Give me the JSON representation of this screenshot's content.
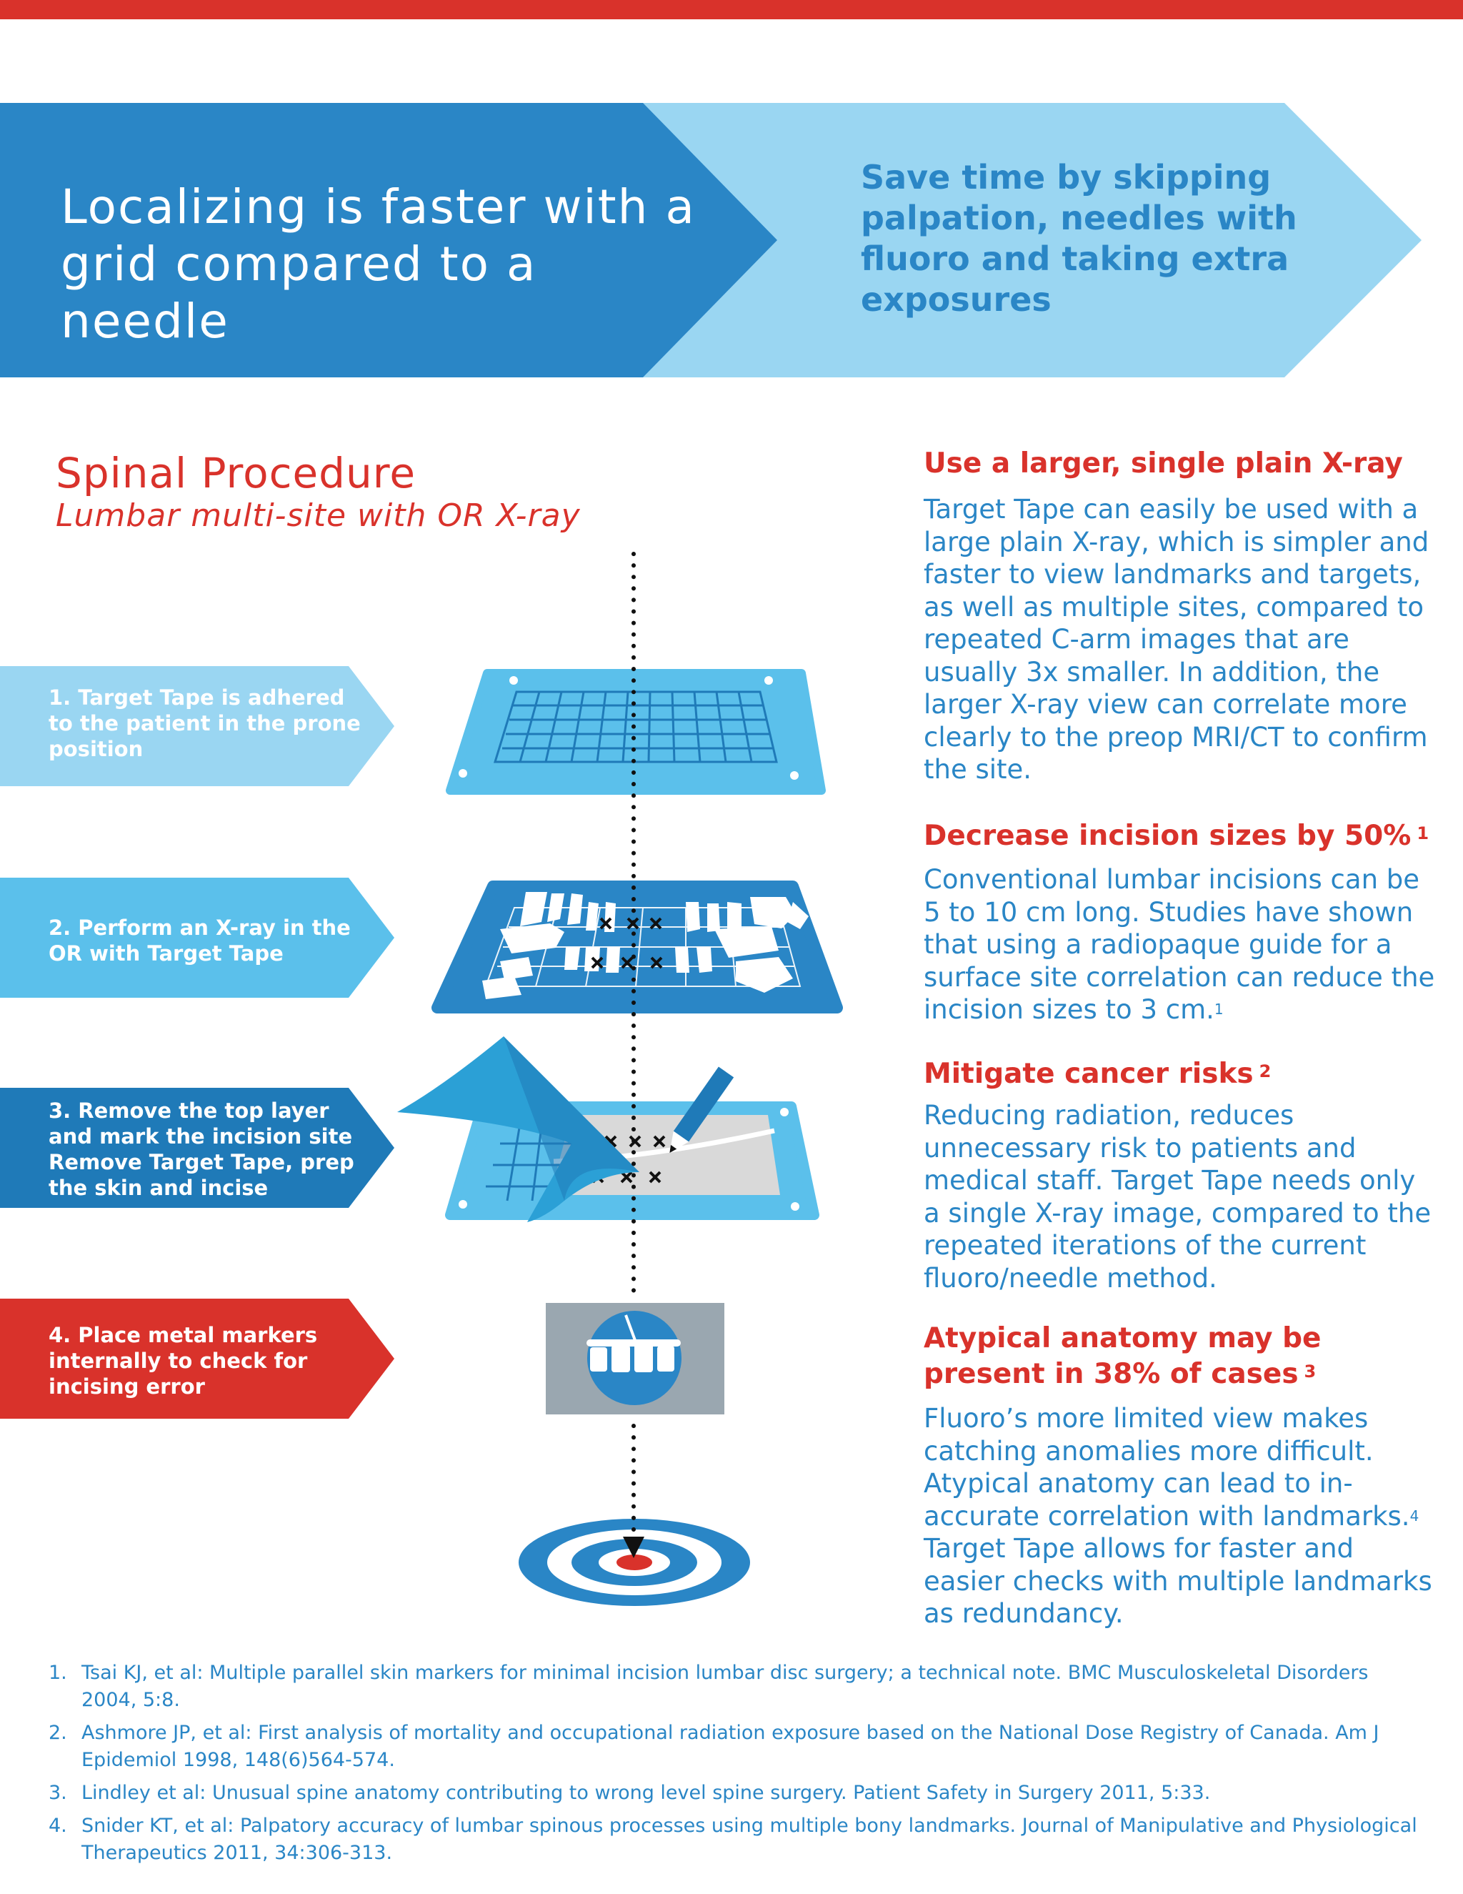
{
  "colors": {
    "red": "#d9322b",
    "blue_dark": "#2a86c6",
    "blue_light": "#9ad6f2",
    "step1": "#9ad6f2",
    "step2": "#5bc0eb",
    "step3": "#1f7ab8",
    "step4": "#d9322b"
  },
  "banner": {
    "title": "Localizing is faster with a grid compared to a needle",
    "subtitle": "Save time by skipping palpation, needles with fluoro and taking extra exposures"
  },
  "procedure": {
    "title": "Spinal Procedure",
    "subtitle": "Lumbar multi-site with OR X-ray"
  },
  "steps": [
    {
      "label": "1. Target Tape is adhered to the patient in the prone position",
      "icon": "grid-tape-icon"
    },
    {
      "label": "2. Perform an X-ray in the OR with Target Tape",
      "icon": "xray-spine-icon"
    },
    {
      "label": "3. Remove the top layer and mark the incision site Remove Target Tape, prep the skin and incise",
      "icon": "peel-and-mark-icon"
    },
    {
      "label": "4. Place metal markers internally to check for incising error",
      "icon": "vertebrae-marker-icon"
    }
  ],
  "benefits": [
    {
      "title": "Use a larger, single plain X-ray",
      "ref": "",
      "body": "Target Tape can easily be used with a large plain X-ray, which is simpler and faster to view landmarks and targets, as well as multiple sites, compared to repeated C-arm images that are usually 3x smaller. In addition, the larger X-ray view can correlate more clearly to the preop MRI/CT to confirm the site."
    },
    {
      "title": "Decrease incision sizes by 50%",
      "ref": "1",
      "body": "Conventional lumbar incisions can be 5 to 10 cm long. Studies have shown that using a radiopaque guide for a surface site correlation can reduce the incision sizes to 3 cm.",
      "body_ref": "1"
    },
    {
      "title": "Mitigate cancer risks",
      "ref": "2",
      "body": "Reducing radiation, reduces unnecessary risk to patients and medical staff. Target Tape needs only a single X-ray image, compared to the repeated iterations of the current fluoro/needle method."
    },
    {
      "title": "Atypical anatomy may be present in 38% of cases",
      "ref": "3",
      "body_a": "Fluoro’s more limited view makes catching anomalies more difficult. Atypical anatomy can lead to in-accurate correlation with landmarks.",
      "body_ref": "4",
      "body_b": "Target Tape allows for faster and easier checks with multiple landmarks as redundancy."
    }
  ],
  "references": [
    {
      "num": "1.",
      "text": "Tsai KJ, et al: Multiple parallel skin markers for minimal incision lumbar disc surgery; a technical note. BMC Musculoskeletal Disorders 2004, 5:8."
    },
    {
      "num": "2.",
      "text": "Ashmore JP, et al: First analysis of mortality and occupational radiation exposure based on the National Dose Registry of Canada. Am J Epidemiol 1998, 148(6)564-574."
    },
    {
      "num": "3.",
      "text": "Lindley et al: Unusual spine anatomy contributing to wrong level spine surgery. Patient Safety in Surgery 2011, 5:33."
    },
    {
      "num": "4.",
      "text": "Snider KT, et al: Palpatory accuracy of lumbar spinous processes using multiple bony landmarks. Journal of Manipulative and Physiological Therapeutics 2011, 34:306-313."
    }
  ]
}
